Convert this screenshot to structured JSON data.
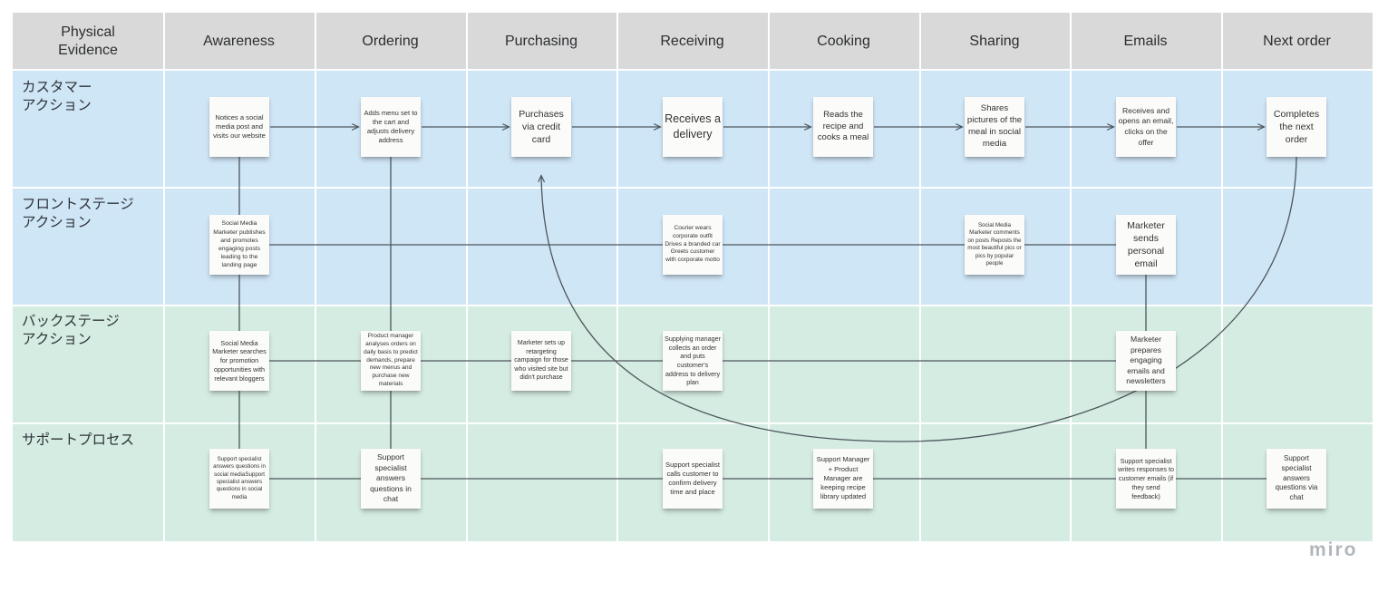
{
  "board": {
    "columns": [
      "Physical\nEvidence",
      "Awareness",
      "Ordering",
      "Purchasing",
      "Receiving",
      "Cooking",
      "Sharing",
      "Emails",
      "Next order"
    ],
    "rows": [
      "カスタマー\nアクション",
      "フロントステージ\nアクション",
      "バックステージ\nアクション",
      "サポートプロセス"
    ]
  },
  "notes": {
    "customer": [
      "Notices a social media post and visits our website",
      "Adds menu set to the cart and adjusts delivery address",
      "Purchases via credit card",
      "Receives a delivery",
      "Reads the recipe and cooks a meal",
      "Shares pictures of the meal in social media",
      "Receives and opens an email, clicks on the offer",
      "Completes the next order"
    ],
    "frontstage": [
      "Social Media Marketer publishes and promotes engaging posts leading to the landing page",
      "Courier wears corporate outfit Drives a branded car Greets customer with corporate motto",
      "Social Media Marketer comments on posts Reposts the most beautiful pics or pics by popular people",
      "Marketer sends personal email"
    ],
    "backstage": [
      "Social Media Marketer searches for promotion opportunities with relevant bloggers",
      "Product manager analyses orders on daily basis to predict demands, prepare new menus and purchase new materials",
      "Marketer sets up retargeting campaign for those who visited site but didn't purchase",
      "Supplying manager collects an order and puts customer's address to delivery plan",
      "Marketer prepares engaging emails and newsletters"
    ],
    "support": [
      "Support specialist answers questions in social mediaSupport specialist answers questions in social media",
      "Support specialist answers questions in chat",
      "Support specialist calls customer to confirm delivery time and place",
      "Support Manager + Product Manager are keeping recipe library updated",
      "Support specialist writes responses to customer emails (if they send feedback)",
      "Support specialist answers questions via chat"
    ]
  },
  "colors": {
    "header_bg": "#d9d9d9",
    "customer_rows_bg": "#cfe6f7",
    "backstage_rows_bg": "#d4ece1",
    "connector": "#4d565c"
  },
  "watermark": "miro"
}
